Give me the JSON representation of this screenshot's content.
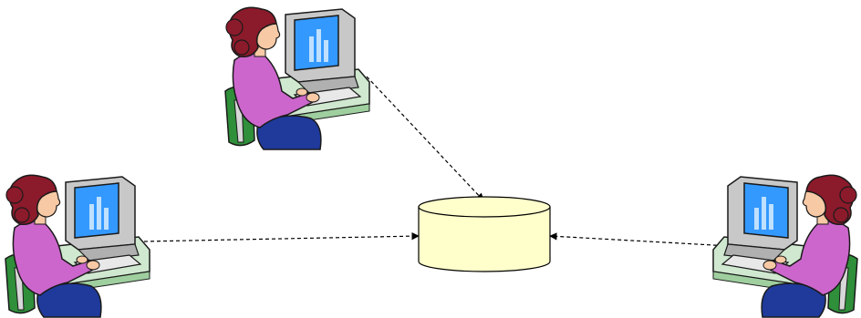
{
  "colors": {
    "background": "#ffffff",
    "database_fill": "#ffffcc",
    "database_stroke": "#000000",
    "connector": "#000000",
    "hair": "#8b1a2b",
    "skin": "#f7c9a5",
    "shirt": "#cc66cc",
    "pants": "#1f3a9b",
    "chair": "#2f8f3a",
    "desk": "#cfe8cf",
    "monitor_body": "#c8c8c8",
    "screen": "#3399ff",
    "screen_bars": "#bfe0ff"
  },
  "nodes": [
    {
      "id": "user-top",
      "icon": "woman-at-computer-icon",
      "facing": "right"
    },
    {
      "id": "user-left",
      "icon": "woman-at-computer-icon",
      "facing": "right"
    },
    {
      "id": "user-right",
      "icon": "woman-at-computer-icon",
      "facing": "left"
    },
    {
      "id": "database",
      "icon": "database-cylinder-icon"
    }
  ],
  "edges": [
    {
      "from": "user-top",
      "to": "database",
      "style": "dashed",
      "arrow": "end"
    },
    {
      "from": "user-left",
      "to": "database",
      "style": "dashed",
      "arrow": "end"
    },
    {
      "from": "user-right",
      "to": "database",
      "style": "dashed",
      "arrow": "end"
    }
  ]
}
